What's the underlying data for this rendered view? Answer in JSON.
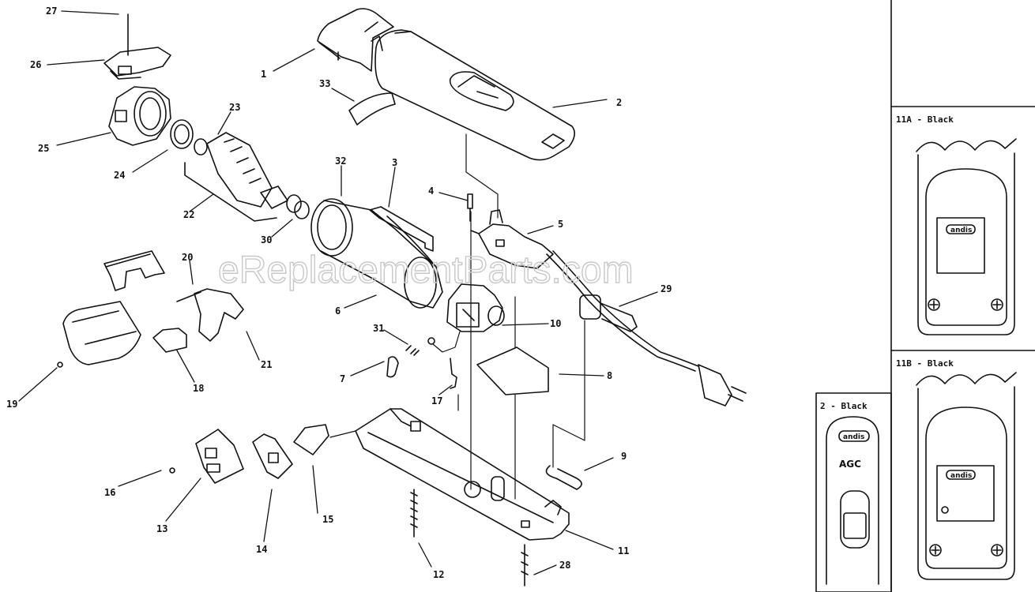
{
  "diagram": {
    "watermark": "eReplacementParts.com",
    "callouts": [
      {
        "id": "27",
        "text": "27"
      },
      {
        "id": "26",
        "text": "26"
      },
      {
        "id": "25",
        "text": "25"
      },
      {
        "id": "24",
        "text": "24"
      },
      {
        "id": "23",
        "text": "23"
      },
      {
        "id": "22",
        "text": "22"
      },
      {
        "id": "1",
        "text": "1"
      },
      {
        "id": "33",
        "text": "33"
      },
      {
        "id": "2",
        "text": "2"
      },
      {
        "id": "32",
        "text": "32"
      },
      {
        "id": "3",
        "text": "3"
      },
      {
        "id": "4",
        "text": "4"
      },
      {
        "id": "5",
        "text": "5"
      },
      {
        "id": "30",
        "text": "30"
      },
      {
        "id": "20",
        "text": "20"
      },
      {
        "id": "29",
        "text": "29"
      },
      {
        "id": "6",
        "text": "6"
      },
      {
        "id": "10",
        "text": "10"
      },
      {
        "id": "31",
        "text": "31"
      },
      {
        "id": "21",
        "text": "21"
      },
      {
        "id": "7",
        "text": "7"
      },
      {
        "id": "8",
        "text": "8"
      },
      {
        "id": "18",
        "text": "18"
      },
      {
        "id": "19",
        "text": "19"
      },
      {
        "id": "17",
        "text": "17"
      },
      {
        "id": "9",
        "text": "9"
      },
      {
        "id": "16",
        "text": "16"
      },
      {
        "id": "15",
        "text": "15"
      },
      {
        "id": "13",
        "text": "13"
      },
      {
        "id": "14",
        "text": "14"
      },
      {
        "id": "11",
        "text": "11"
      },
      {
        "id": "12",
        "text": "12"
      },
      {
        "id": "28",
        "text": "28"
      }
    ],
    "panels": {
      "p11a": {
        "label": "11A - Black",
        "brand": "andis"
      },
      "p11b": {
        "label": "11B - Black",
        "brand": "andis"
      },
      "p2": {
        "label": "2 - Black",
        "brand": "andis",
        "model": "AGC"
      }
    }
  }
}
